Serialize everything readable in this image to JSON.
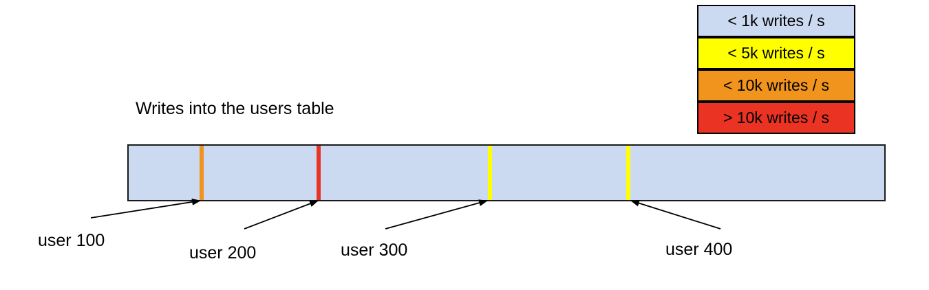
{
  "title": "Writes into the users table",
  "legend": {
    "items": [
      {
        "label": "< 1k writes / s",
        "color": "#cbdaf1"
      },
      {
        "label": "< 5k writes / s",
        "color": "#ffff00"
      },
      {
        "label": "< 10k writes / s",
        "color": "#f0941e"
      },
      {
        "label": "> 10k writes / s",
        "color": "#ea3323"
      }
    ]
  },
  "bar": {
    "fill_color": "#cbdaf1",
    "markers": [
      {
        "label": "user 100",
        "color": "#f0941e",
        "legend_class": "< 10k writes / s"
      },
      {
        "label": "user 200",
        "color": "#ea3323",
        "legend_class": "> 10k writes / s"
      },
      {
        "label": "user 300",
        "color": "#ffff00",
        "legend_class": "< 5k writes / s"
      },
      {
        "label": "user 400",
        "color": "#ffff00",
        "legend_class": "< 5k writes / s"
      }
    ]
  }
}
